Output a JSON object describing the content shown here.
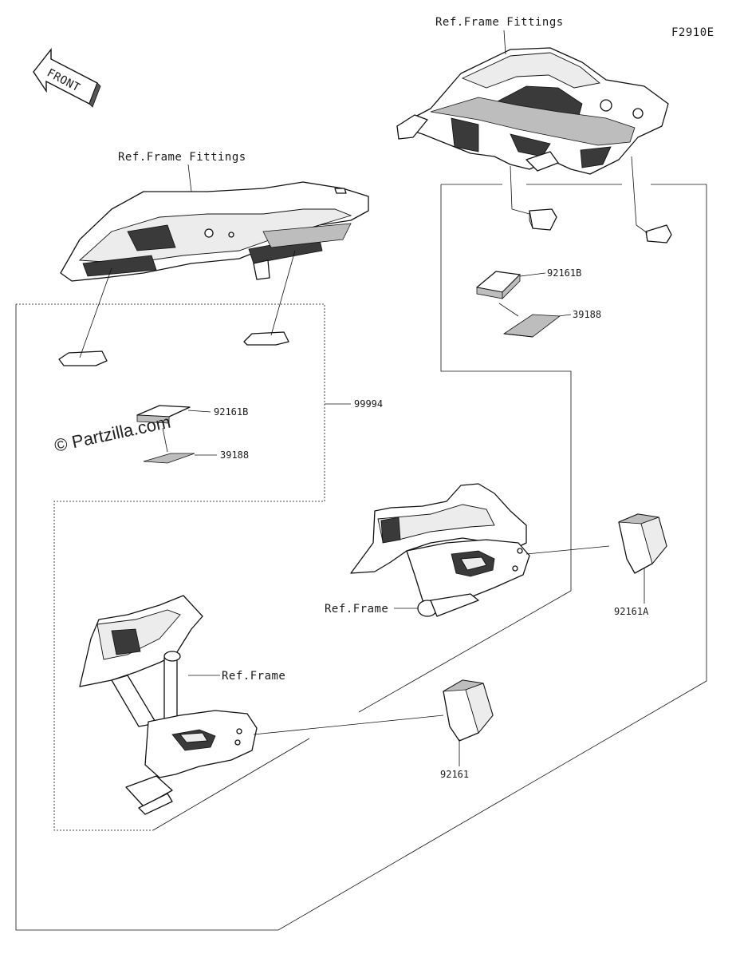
{
  "figure_code": "F2910E",
  "front_arrow_label": "FRONT",
  "watermark": "© Partzilla.com",
  "labels": {
    "ref_frame_fittings_top": "Ref.Frame Fittings",
    "ref_frame_fittings_left": "Ref.Frame Fittings",
    "ref_frame_mid": "Ref.Frame",
    "ref_frame_low": "Ref.Frame"
  },
  "part_numbers": {
    "kit": "99994",
    "pad_b_left": "92161B",
    "sheet_left": "39188",
    "pad_b_right": "92161B",
    "sheet_right": "39188",
    "cover_a": "92161A",
    "cover": "92161"
  }
}
